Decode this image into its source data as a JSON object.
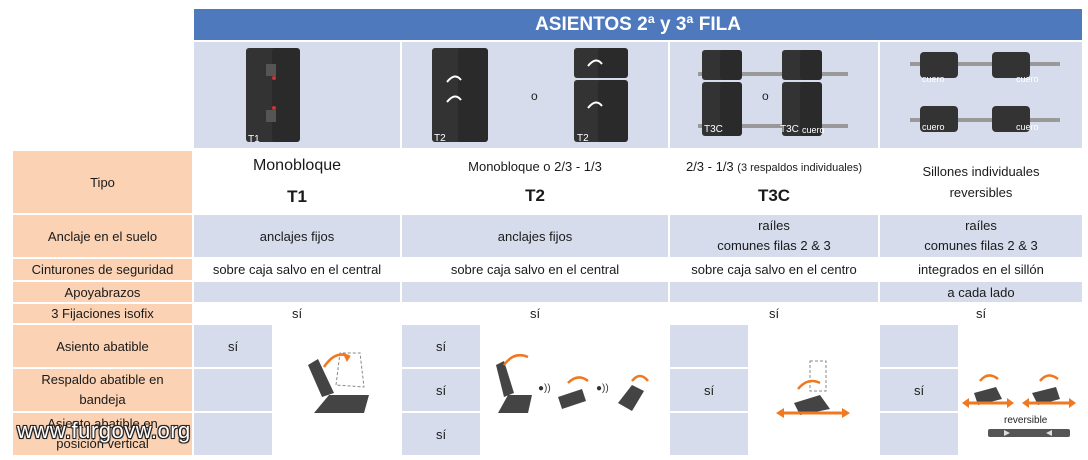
{
  "header": {
    "title": "ASIENTOS 2ª y 3ª FILA"
  },
  "images": {
    "t1_label": "T1",
    "t2_label_a": "T2",
    "t2_or": "o",
    "t2_label_b": "T2",
    "t3c_label_a": "T3C",
    "t3c_or": "o",
    "t3c_label_b": "T3C",
    "cuero": "cuero",
    "reversible": "reversible"
  },
  "rows": {
    "tipo": {
      "label": "Tipo",
      "col1_desc": "Monobloque",
      "col1_code": "T1",
      "col2_desc": "Monobloque o 2/3 - 1/3",
      "col2_code": "T2",
      "col3_desc": "2/3 - 1/3",
      "col3_small": "(3 respaldos individuales)",
      "col3_code": "T3C",
      "col4_line1": "Sillones individuales",
      "col4_line2": "reversibles"
    },
    "anclaje": {
      "label": "Anclaje en el suelo",
      "col1": "anclajes fijos",
      "col2": "anclajes fijos",
      "col3_line1": "raíles",
      "col3_line2": "comunes filas 2 & 3",
      "col4_line1": "raíles",
      "col4_line2": "comunes filas 2 & 3"
    },
    "cinturones": {
      "label": "Cinturones de seguridad",
      "col1": "sobre caja salvo en el central",
      "col2": "sobre caja salvo en el central",
      "col3": "sobre caja salvo en el centro",
      "col4": "integrados en el sillón"
    },
    "apoyabrazos": {
      "label": "Apoyabrazos",
      "col4": "a cada lado"
    },
    "isofix": {
      "label": "3 Fijaciones isofix",
      "col1": "sí",
      "col2": "sí",
      "col3": "sí",
      "col4": "sí"
    },
    "abatible": {
      "label": "Asiento abatible",
      "col1": "sí",
      "col2": "sí"
    },
    "respaldo": {
      "label_line1": "Respaldo abatible en",
      "label_line2": "bandeja",
      "col2": "sí",
      "col3": "sí",
      "col4": "sí"
    },
    "vertical": {
      "label_line1": "Asiento abatible en",
      "label_line2": "posición vertical",
      "col2": "sí"
    }
  },
  "watermark": "www.furgovw.org",
  "colors": {
    "header": "#4e79bd",
    "label_bg": "#fbd2b3",
    "cell_bg": "#d6dcec",
    "arrow": "#f07820"
  }
}
